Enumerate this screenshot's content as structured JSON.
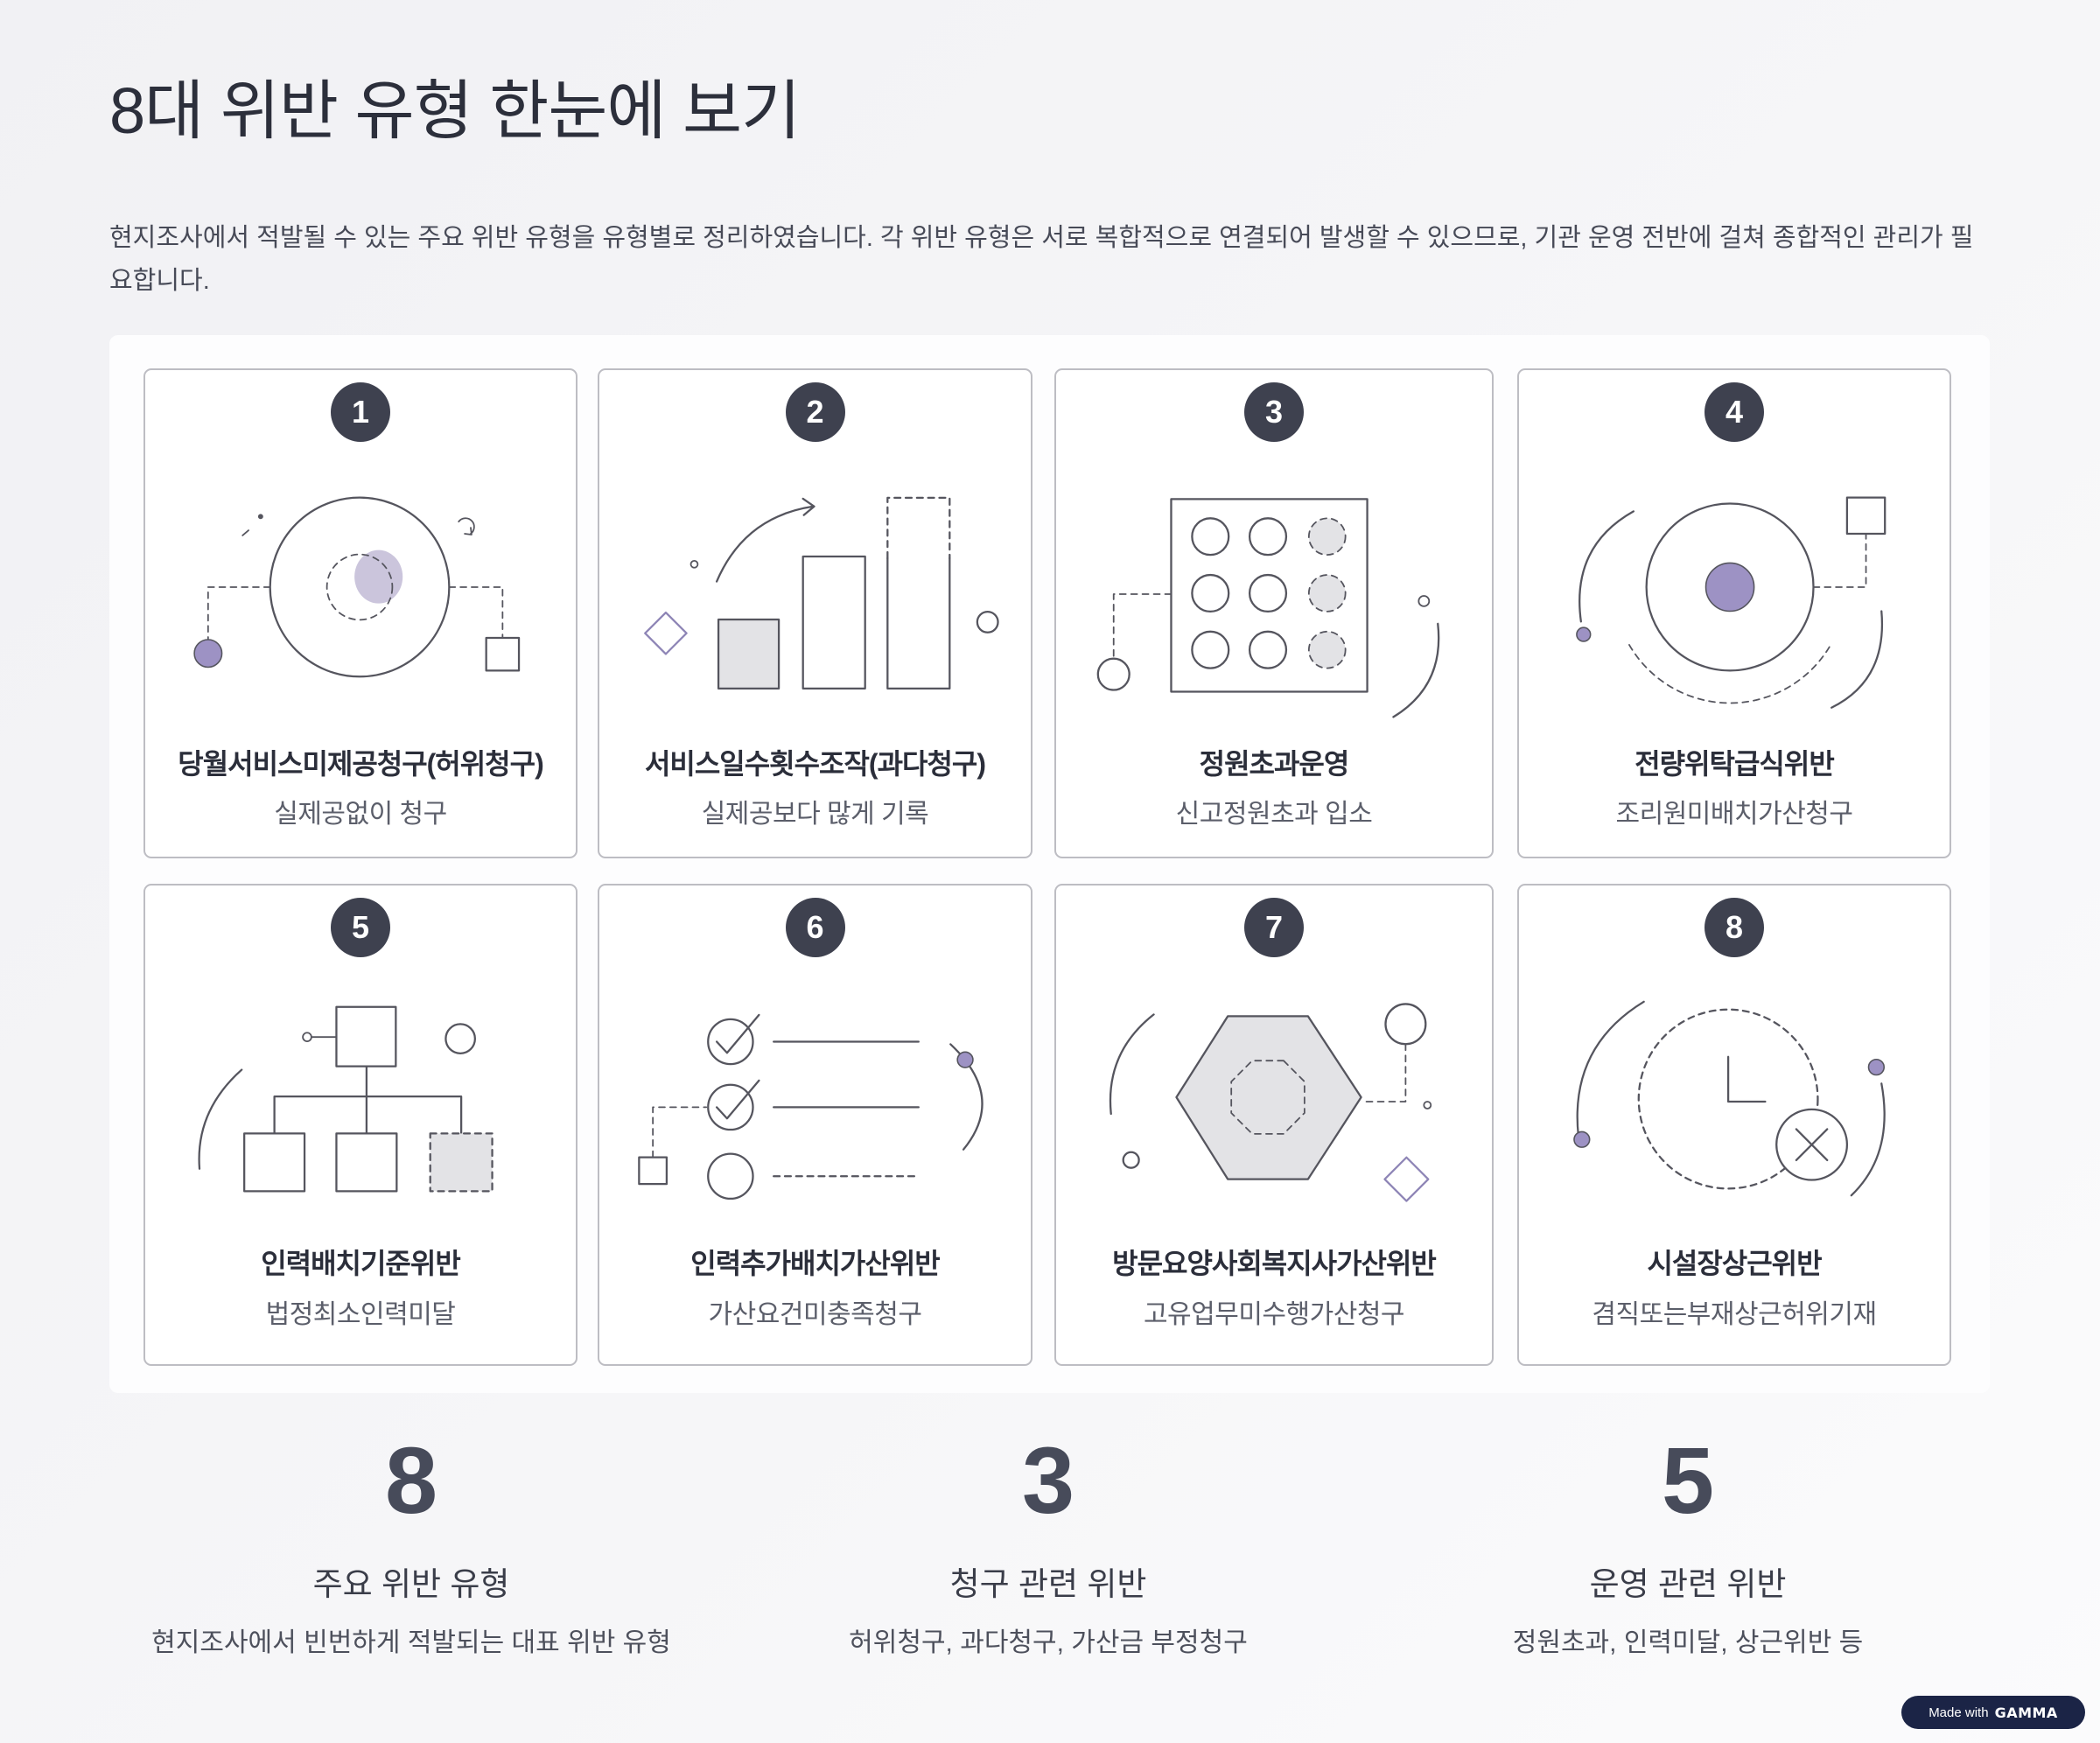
{
  "page": {
    "title": "8대 위반 유형 한눈에 보기",
    "description": "현지조사에서 적발될 수 있는 주요 위반 유형을 유형별로 정리하였습니다. 각 위반 유형은 서로 복합적으로 연결되어 발생할 수 있으므로, 기관 운영 전반에 걸쳐 종합적인 관리가 필요합니다."
  },
  "cards": [
    {
      "number": "1",
      "title": "당월서비스미제공청구(허위청구)",
      "subtitle": "실제공없이 청구",
      "illustration": "false-claim-illustration"
    },
    {
      "number": "2",
      "title": "서비스일수횟수조작(과다청구)",
      "subtitle": "실제공보다 많게 기록",
      "illustration": "overbilling-bar-illustration"
    },
    {
      "number": "3",
      "title": "정원초과운영",
      "subtitle": "신고정원초과 입소",
      "illustration": "over-capacity-grid-illustration"
    },
    {
      "number": "4",
      "title": "전량위탁급식위반",
      "subtitle": "조리원미배치가산청구",
      "illustration": "outsourced-meal-orbit-illustration"
    },
    {
      "number": "5",
      "title": "인력배치기준위반",
      "subtitle": "법정최소인력미달",
      "illustration": "staffing-org-chart-illustration"
    },
    {
      "number": "6",
      "title": "인력추가배치가산위반",
      "subtitle": "가산요건미충족청구",
      "illustration": "checklist-illustration"
    },
    {
      "number": "7",
      "title": "방문요양사회복지사가산위반",
      "subtitle": "고유업무미수행가산청구",
      "illustration": "home-care-hexagon-illustration"
    },
    {
      "number": "8",
      "title": "시설장상근위반",
      "subtitle": "겸직또는부재상근허위기재",
      "illustration": "director-clock-illustration"
    }
  ],
  "stats": [
    {
      "value": "8",
      "label": "주요 위반 유형",
      "description": "현지조사에서 빈번하게 적발되는 대표 위반 유형"
    },
    {
      "value": "3",
      "label": "청구 관련 위반",
      "description": "허위청구, 과다청구, 가산금 부정청구"
    },
    {
      "value": "5",
      "label": "운영 관련 위반",
      "description": "정원초과, 인력미달, 상근위반 등"
    }
  ],
  "badge": {
    "prefix": "Made with",
    "brand": "GAMMA"
  },
  "colors": {
    "accent": "#9d92c4",
    "badge": "#3e414f",
    "text": "#2c2f3b",
    "brand_badge": "#1b2446"
  }
}
